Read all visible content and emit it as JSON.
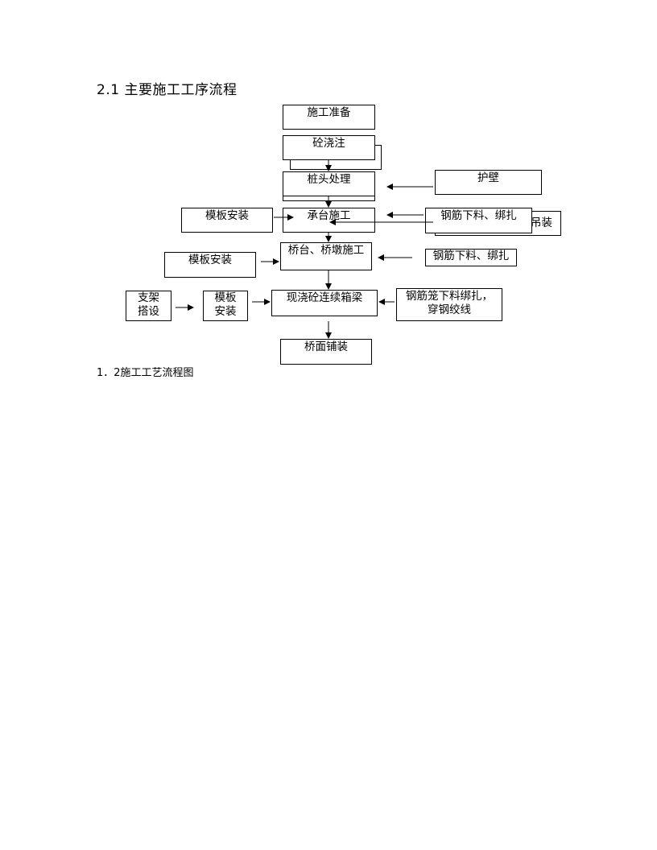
{
  "section_title": "2.1 主要施工工序流程",
  "subsection_title": "1．2施工工艺流程图",
  "steps": {
    "prep": "施工准备",
    "pour": "砼浇注",
    "pile_head": "桩头处理",
    "cap": "承台施工",
    "pier": "桥台、桥墩施工",
    "beam": "现浇砼连续箱梁",
    "deck": "桥面铺装"
  },
  "side": {
    "wall": "护壁",
    "rebar_cap": "钢筋下料、绑扎",
    "hoist_partial": "吊装",
    "formwork_cap": "模板安装",
    "formwork_pier": "模板安装",
    "rebar_pier": "钢筋下料、绑扎",
    "support_line1": "支架",
    "support_line2": "搭设",
    "formwork_beam_line1": "模板",
    "formwork_beam_line2": "安装",
    "cage_line1": "钢筋笼下料绑扎，",
    "cage_line2": "穿钢绞线"
  }
}
